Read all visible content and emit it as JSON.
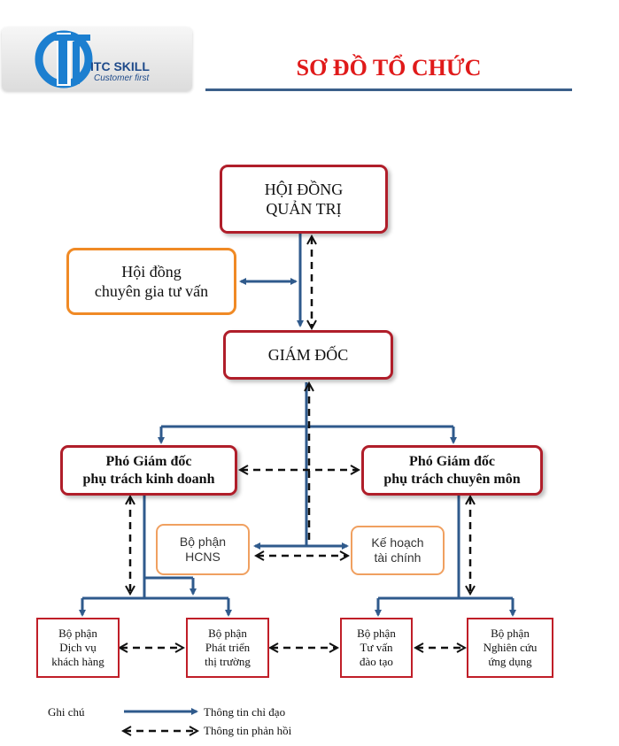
{
  "header": {
    "logo_name": "ITC SKILL",
    "logo_tagline": "Customer first",
    "title": "SƠ ĐỒ TỔ CHỨC"
  },
  "nodes": {
    "board": "HỘI ĐỒNG\nQUẢN TRỊ",
    "advisory": "Hội đồng\nchuyên gia tư vấn",
    "director": "GIÁM ĐỐC",
    "vp_business": "Phó Giám đốc\nphụ trách kinh doanh",
    "vp_professional": "Phó Giám đốc\nphụ trách chuyên môn",
    "hr_admin": "Bộ phận\nHCNS",
    "finance": "Kế hoạch\ntài chính",
    "customer_service": "Bộ phận\nDịch vụ\nkhách hàng",
    "market_dev": "Bộ phận\nPhát triển\nthị trường",
    "training": "Bộ phận\nTư vấn\nđào tạo",
    "research": "Bộ phận\nNghiên cứu\nứng dụng"
  },
  "legend": {
    "title": "Ghi chú",
    "directive": "Thông tin chỉ đạo",
    "feedback": "Thông tin phản hồi"
  },
  "colors": {
    "directive_line": "#2f5a8c",
    "feedback_line": "#111111",
    "primary_border": "#b01e2a",
    "secondary_border": "#f08a25",
    "title": "#e01a1a"
  }
}
